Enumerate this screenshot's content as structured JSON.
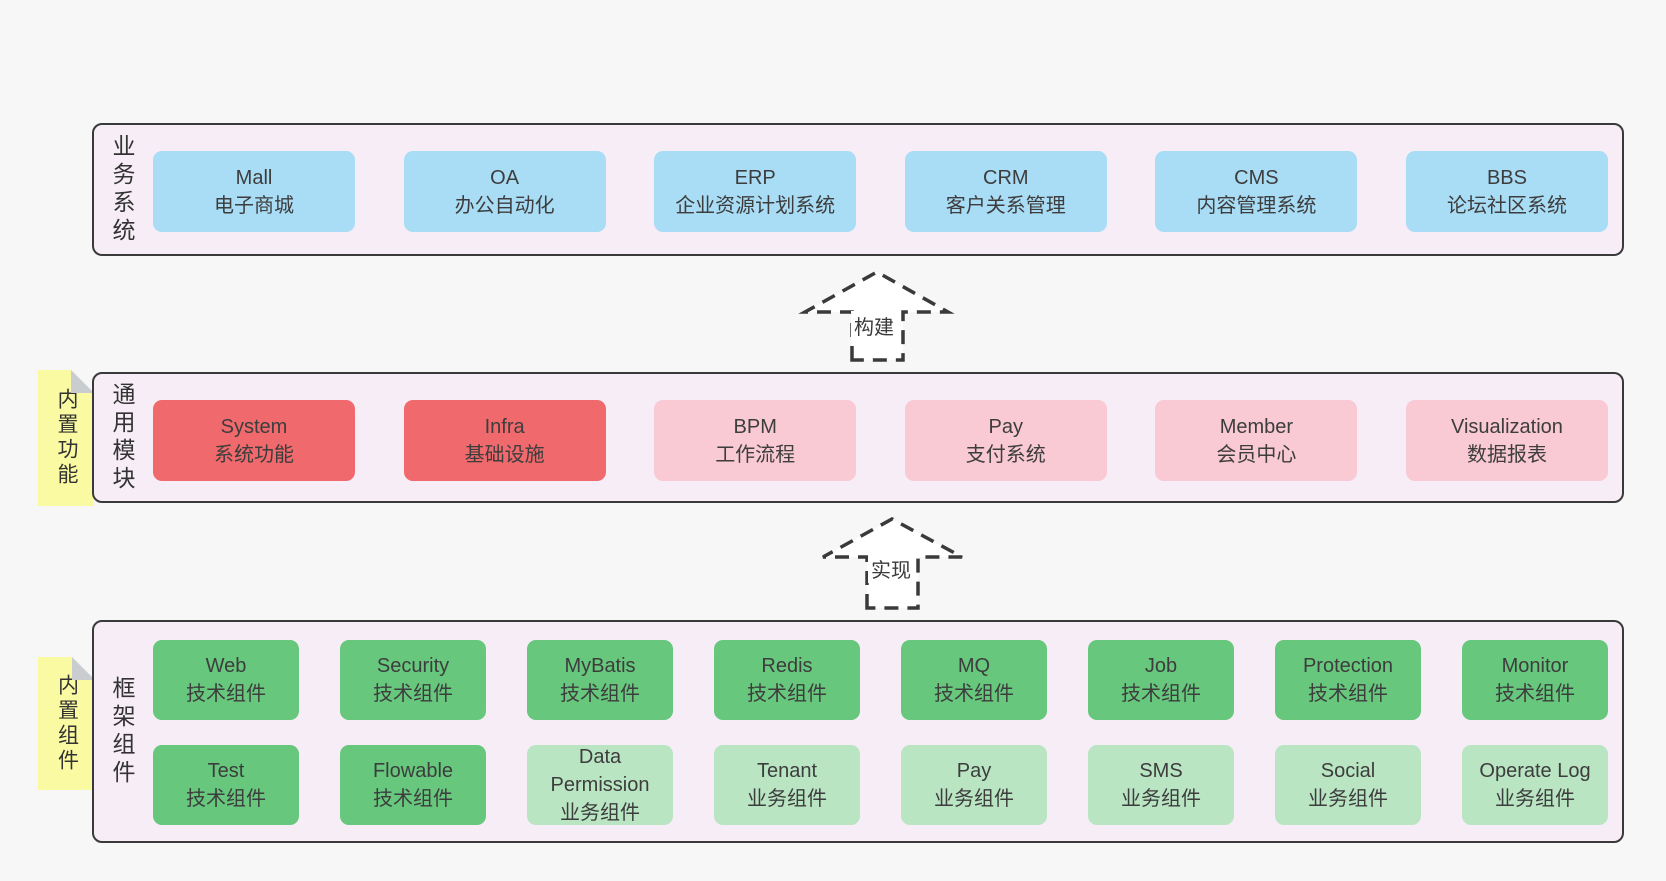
{
  "sections": [
    {
      "label": "业务系统",
      "boxes": [
        {
          "title": "Mall",
          "subtitle": "电子商城",
          "variant": "blue"
        },
        {
          "title": "OA",
          "subtitle": "办公自动化",
          "variant": "blue"
        },
        {
          "title": "ERP",
          "subtitle": "企业资源计划系统",
          "variant": "blue"
        },
        {
          "title": "CRM",
          "subtitle": "客户关系管理",
          "variant": "blue"
        },
        {
          "title": "CMS",
          "subtitle": "内容管理系统",
          "variant": "blue"
        },
        {
          "title": "BBS",
          "subtitle": "论坛社区系统",
          "variant": "blue"
        }
      ]
    },
    {
      "label": "通用模块",
      "sticky": "内置功能",
      "boxes": [
        {
          "title": "System",
          "subtitle": "系统功能",
          "variant": "red"
        },
        {
          "title": "Infra",
          "subtitle": "基础设施",
          "variant": "red"
        },
        {
          "title": "BPM",
          "subtitle": "工作流程",
          "variant": "pink"
        },
        {
          "title": "Pay",
          "subtitle": "支付系统",
          "variant": "pink"
        },
        {
          "title": "Member",
          "subtitle": "会员中心",
          "variant": "pink"
        },
        {
          "title": "Visualization",
          "subtitle": "数据报表",
          "variant": "pink"
        }
      ]
    },
    {
      "label": "框架组件",
      "sticky": "内置组件",
      "rows": [
        [
          {
            "title": "Web",
            "subtitle": "技术组件",
            "variant": "green"
          },
          {
            "title": "Security",
            "subtitle": "技术组件",
            "variant": "green"
          },
          {
            "title": "MyBatis",
            "subtitle": "技术组件",
            "variant": "green"
          },
          {
            "title": "Redis",
            "subtitle": "技术组件",
            "variant": "green"
          },
          {
            "title": "MQ",
            "subtitle": "技术组件",
            "variant": "green"
          },
          {
            "title": "Job",
            "subtitle": "技术组件",
            "variant": "green"
          },
          {
            "title": "Protection",
            "subtitle": "技术组件",
            "variant": "green"
          },
          {
            "title": "Monitor",
            "subtitle": "技术组件",
            "variant": "green"
          }
        ],
        [
          {
            "title": "Test",
            "subtitle": "技术组件",
            "variant": "green"
          },
          {
            "title": "Flowable",
            "subtitle": "技术组件",
            "variant": "green"
          },
          {
            "title": "Data Permission",
            "subtitle": "业务组件",
            "variant": "lightgreen"
          },
          {
            "title": "Tenant",
            "subtitle": "业务组件",
            "variant": "lightgreen"
          },
          {
            "title": "Pay",
            "subtitle": "业务组件",
            "variant": "lightgreen"
          },
          {
            "title": "SMS",
            "subtitle": "业务组件",
            "variant": "lightgreen"
          },
          {
            "title": "Social",
            "subtitle": "业务组件",
            "variant": "lightgreen"
          },
          {
            "title": "Operate Log",
            "subtitle": "业务组件",
            "variant": "lightgreen"
          }
        ]
      ]
    }
  ],
  "arrows": [
    {
      "label": "构建"
    },
    {
      "label": "实现"
    }
  ],
  "colors": {
    "blue": "#a9dcf5",
    "red": "#f0696c",
    "pink": "#f9c9d4",
    "green": "#66c77d",
    "lightgreen": "#b9e5c3",
    "container_bg": "#f7edf6",
    "container_border": "#3a3a3a",
    "sticky_yellow": "#fafaa2",
    "sticky_fold": "#c9cdd0",
    "page_bg": "#f7f7f7"
  }
}
